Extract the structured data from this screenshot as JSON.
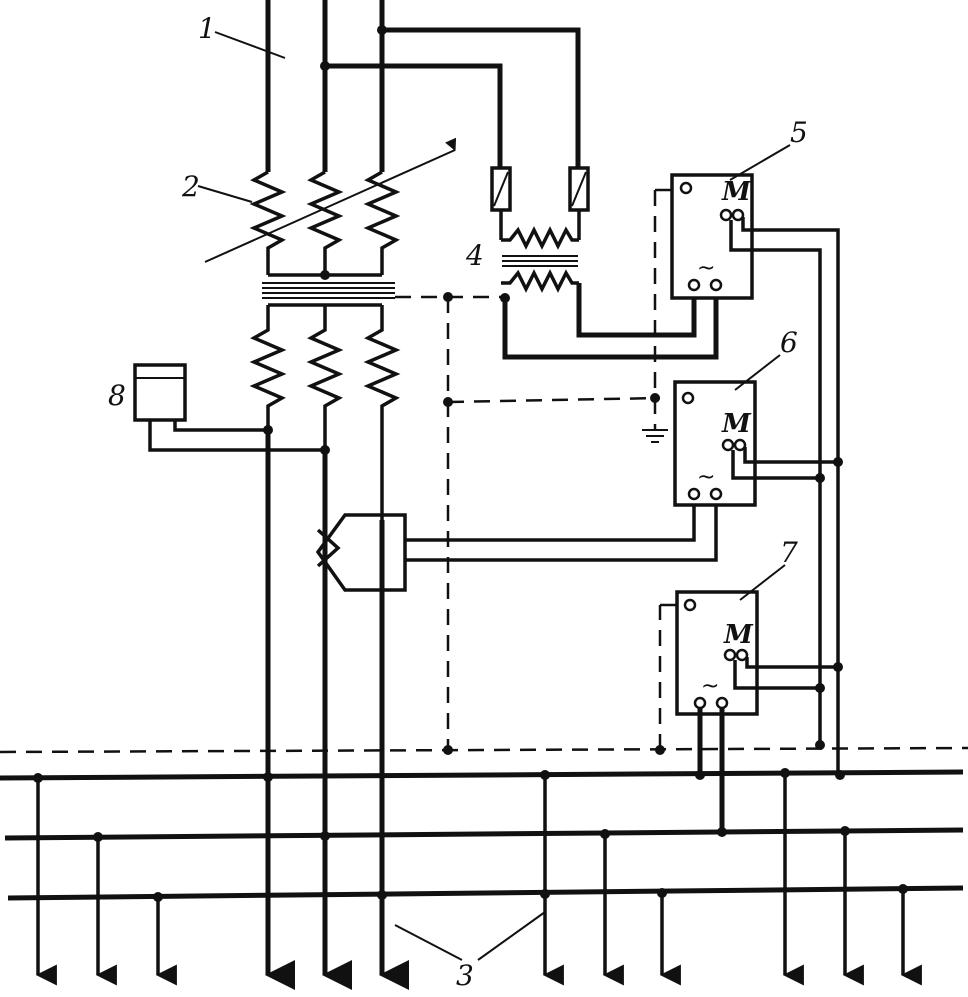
{
  "labels": {
    "l1": "1",
    "l2": "2",
    "l3": "3",
    "l4": "4",
    "l5": "5",
    "l6": "6",
    "l7": "7",
    "l8": "8"
  },
  "meters": {
    "m5": {
      "symbol": "M",
      "ac": "~"
    },
    "m6": {
      "symbol": "M",
      "ac": "~"
    },
    "m7": {
      "symbol": "M",
      "ac": "~"
    }
  }
}
